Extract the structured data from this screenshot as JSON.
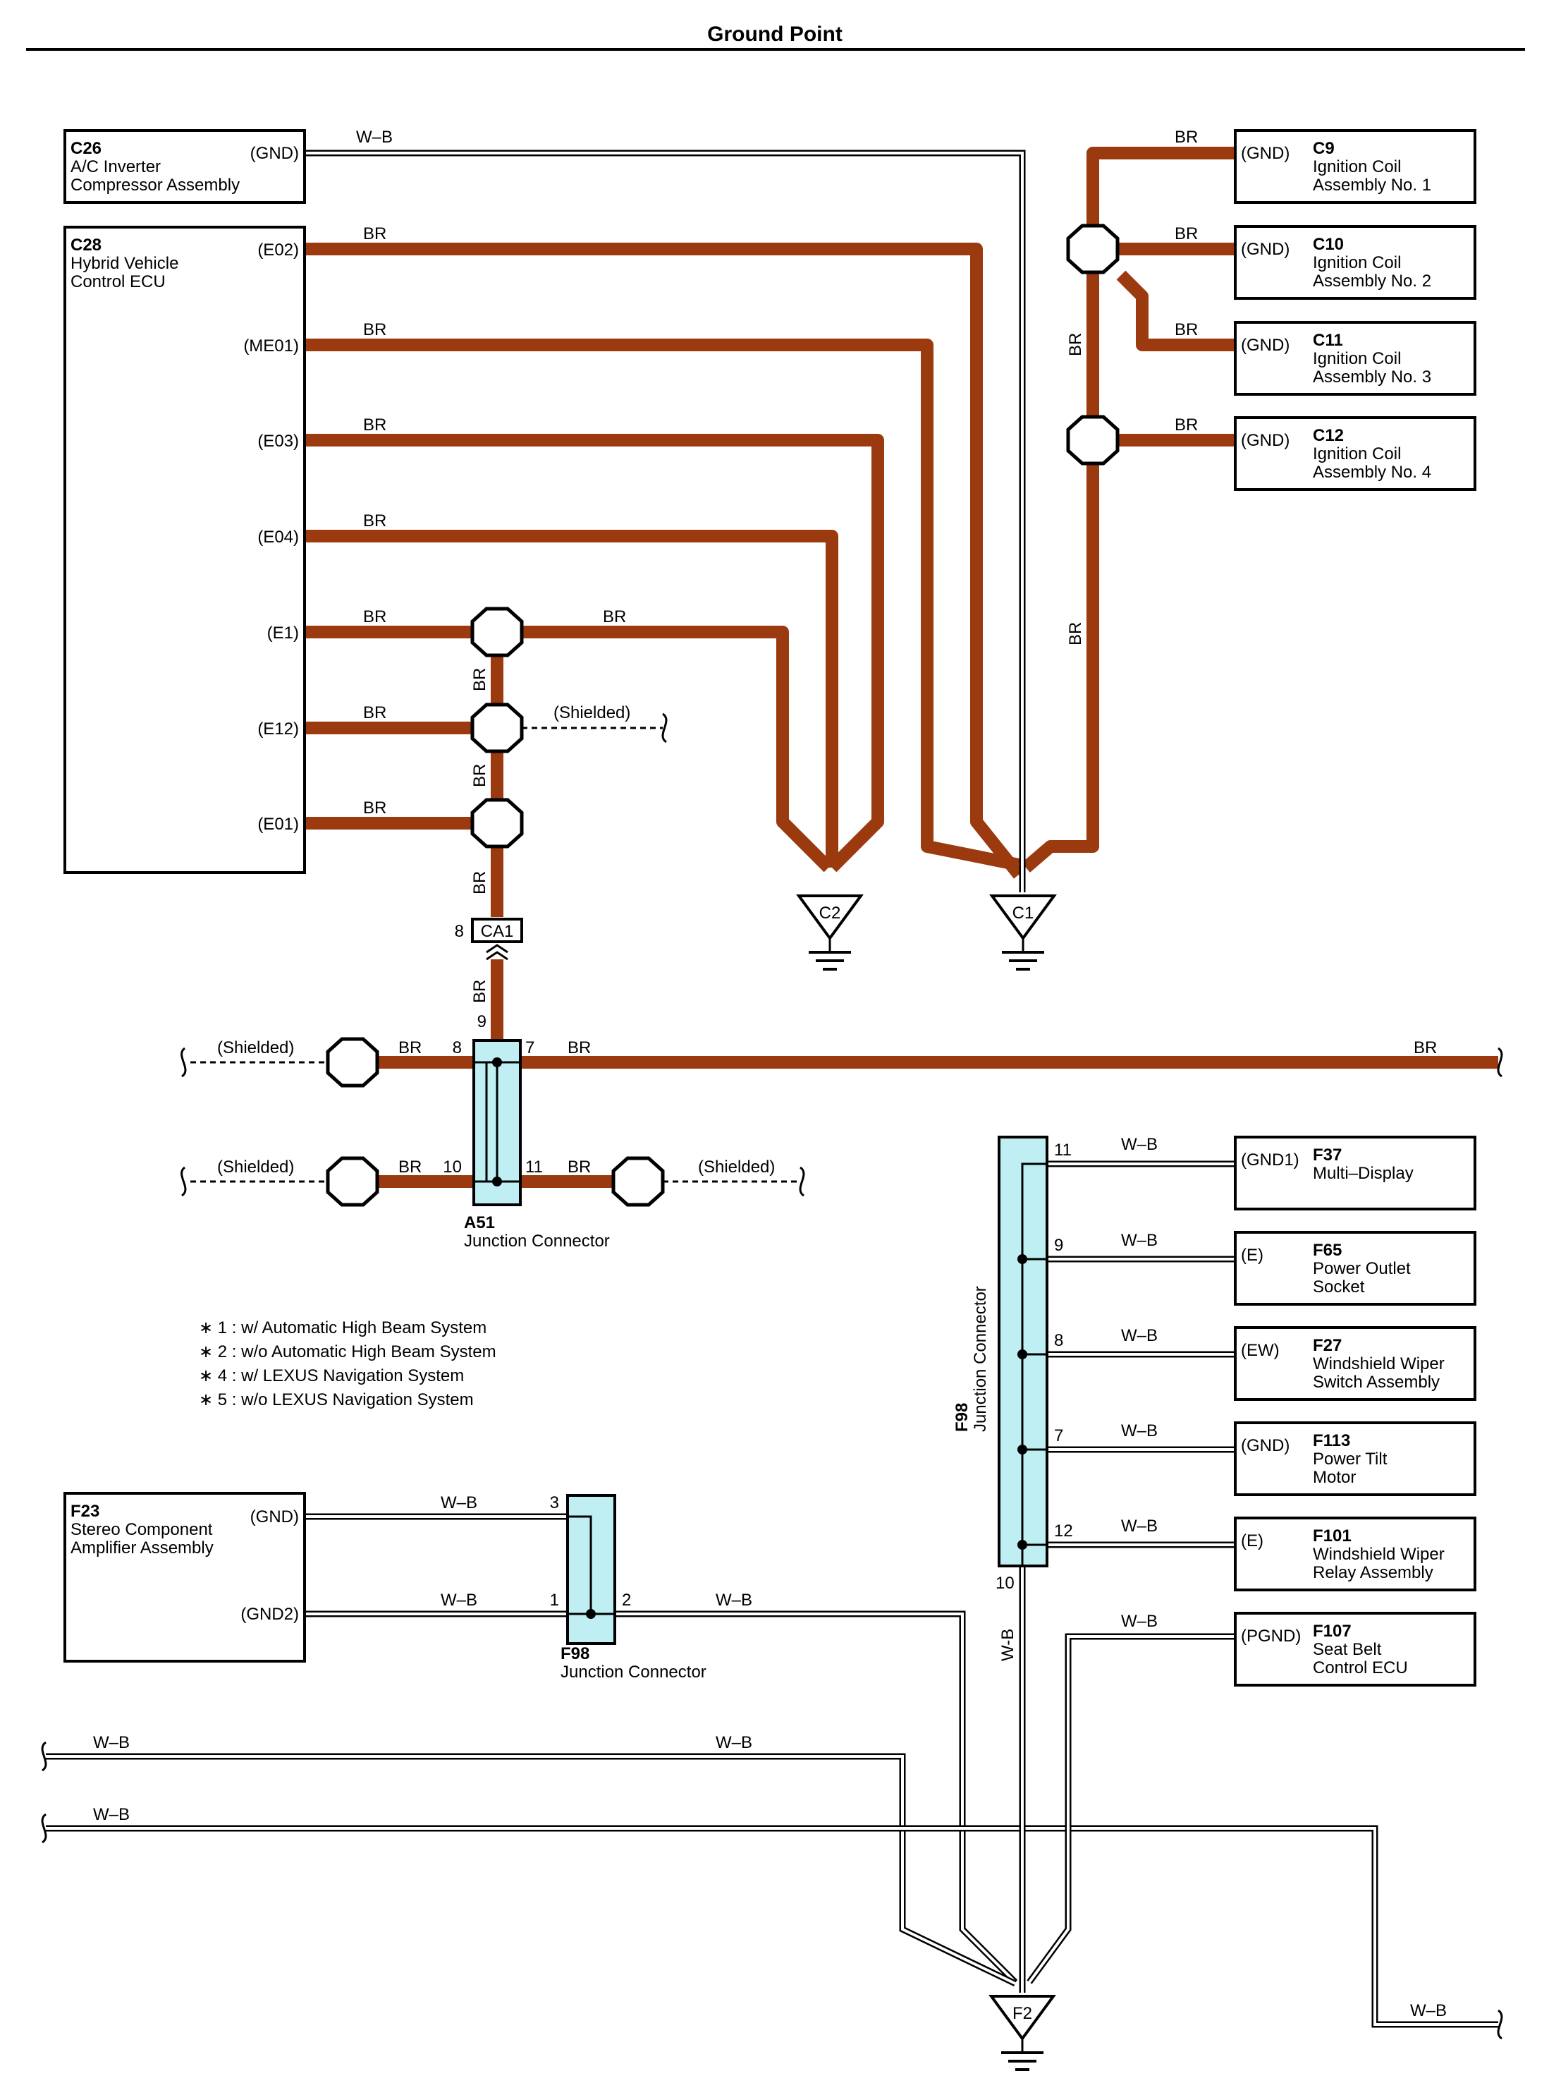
{
  "title": "Ground Point",
  "wire_colors": {
    "BR": "#9b3a0e",
    "W-B": "#000000"
  },
  "components": {
    "c26": {
      "code": "C26",
      "name1": "A/C Inverter",
      "name2": "Compressor Assembly",
      "terminal": "(GND)"
    },
    "c28": {
      "code": "C28",
      "name1": "Hybrid Vehicle",
      "name2": "Control ECU",
      "terminals": [
        "(E02)",
        "(ME01)",
        "(E03)",
        "(E04)",
        "(E1)",
        "(E12)",
        "(E01)"
      ]
    },
    "c9": {
      "code": "C9",
      "terminal": "(GND)",
      "name1": "Ignition Coil",
      "name2": "Assembly No.  1"
    },
    "c10": {
      "code": "C10",
      "terminal": "(GND)",
      "name1": "Ignition Coil",
      "name2": "Assembly No.  2"
    },
    "c11": {
      "code": "C11",
      "terminal": "(GND)",
      "name1": "Ignition Coil",
      "name2": "Assembly No.  3"
    },
    "c12": {
      "code": "C12",
      "terminal": "(GND)",
      "name1": "Ignition Coil",
      "name2": "Assembly No.  4"
    },
    "f37": {
      "code": "F37",
      "terminal": "(GND1)",
      "name1": "Multi–Display",
      "name2": ""
    },
    "f65": {
      "code": "F65",
      "terminal": "(E)",
      "name1": "Power Outlet",
      "name2": "Socket"
    },
    "f27": {
      "code": "F27",
      "terminal": "(EW)",
      "name1": "Windshield Wiper",
      "name2": "Switch Assembly"
    },
    "f113": {
      "code": "F113",
      "terminal": "(GND)",
      "name1": "Power Tilt",
      "name2": "Motor"
    },
    "f101": {
      "code": "F101",
      "terminal": "(E)",
      "name1": "Windshield Wiper",
      "name2": "Relay Assembly"
    },
    "f107": {
      "code": "F107",
      "terminal": "(PGND)",
      "name1": "Seat Belt",
      "name2": "Control ECU"
    },
    "f23": {
      "code": "F23",
      "name1": "Stereo Component",
      "name2": "Amplifier Assembly",
      "terminal1": "(GND)",
      "terminal2": "(GND2)"
    }
  },
  "junctions": {
    "a51": {
      "code": "A51",
      "name": "Junction Connector",
      "pins": [
        "8",
        "7",
        "9",
        "10",
        "11"
      ]
    },
    "f98_small": {
      "code": "F98",
      "name": "Junction Connector",
      "pins": [
        "3",
        "1",
        "2"
      ]
    },
    "f98_big": {
      "code": "F98",
      "name": "Junction Connector",
      "pins": [
        "11",
        "9",
        "8",
        "7",
        "12",
        "10"
      ]
    }
  },
  "connector_ca1": {
    "code": "CA1",
    "pin_top": "8",
    "pin_bottom": "9"
  },
  "grounds": [
    "C2",
    "C1",
    "F2"
  ],
  "wire_labels": {
    "br": "BR",
    "wb": "W–B",
    "wb_dash": "W-B",
    "shielded": "(Shielded)"
  },
  "notes": [
    "∗ 1 : w/ Automatic High Beam System",
    "∗ 2 : w/o Automatic High Beam System",
    "∗ 4 : w/ LEXUS Navigation System",
    "∗ 5 : w/o LEXUS Navigation System"
  ]
}
